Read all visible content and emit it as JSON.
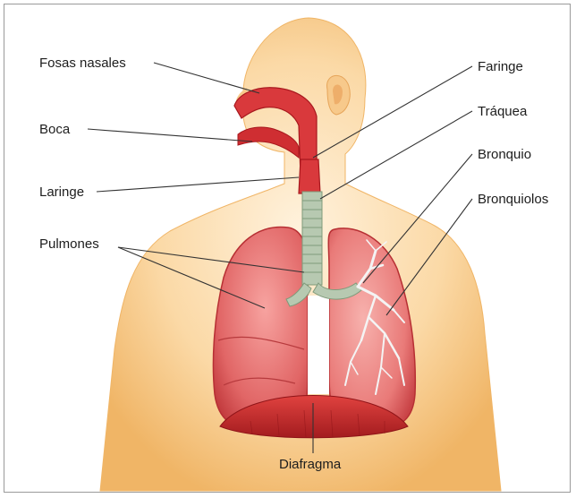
{
  "labels": {
    "fosas_nasales": "Fosas nasales",
    "boca": "Boca",
    "laringe": "Laringe",
    "pulmones": "Pulmones",
    "faringe": "Faringe",
    "traquea": "Tráquea",
    "bronquio": "Bronquio",
    "bronquiolos": "Bronquiolos",
    "diafragma": "Diafragma"
  },
  "colors": {
    "skin_light": "#fde9cf",
    "skin": "#f7c98b",
    "skin_dark": "#eeac5a",
    "organ_red": "#d9393c",
    "organ_dark": "#a8181e",
    "lung_pink": "#ea6f6f",
    "trachea_green": "#b7c9b1",
    "leader_line": "#333333"
  }
}
